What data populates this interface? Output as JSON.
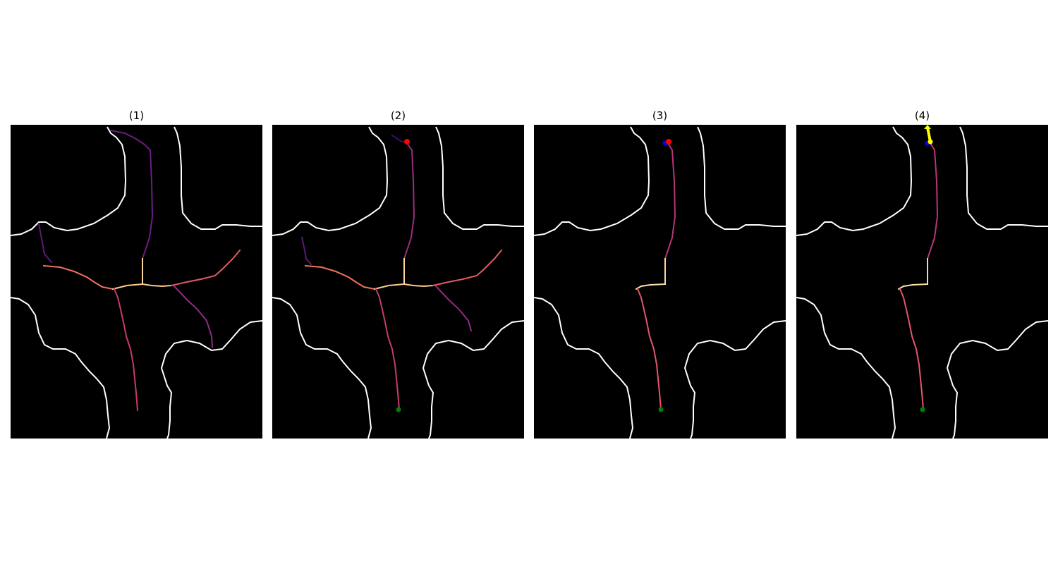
{
  "panels": [
    {
      "title": "(1)"
    },
    {
      "title": "(2)"
    },
    {
      "title": "(3)"
    },
    {
      "title": "(4)"
    }
  ],
  "colors": {
    "background": "#ffffff",
    "panel_background": "#000000",
    "boundary": "#ffffff",
    "marker_red": "#ff0000",
    "marker_blue": "#0000ff",
    "marker_green": "#008000",
    "arrow_yellow": "#ffff00",
    "path_colormap": "magma"
  }
}
